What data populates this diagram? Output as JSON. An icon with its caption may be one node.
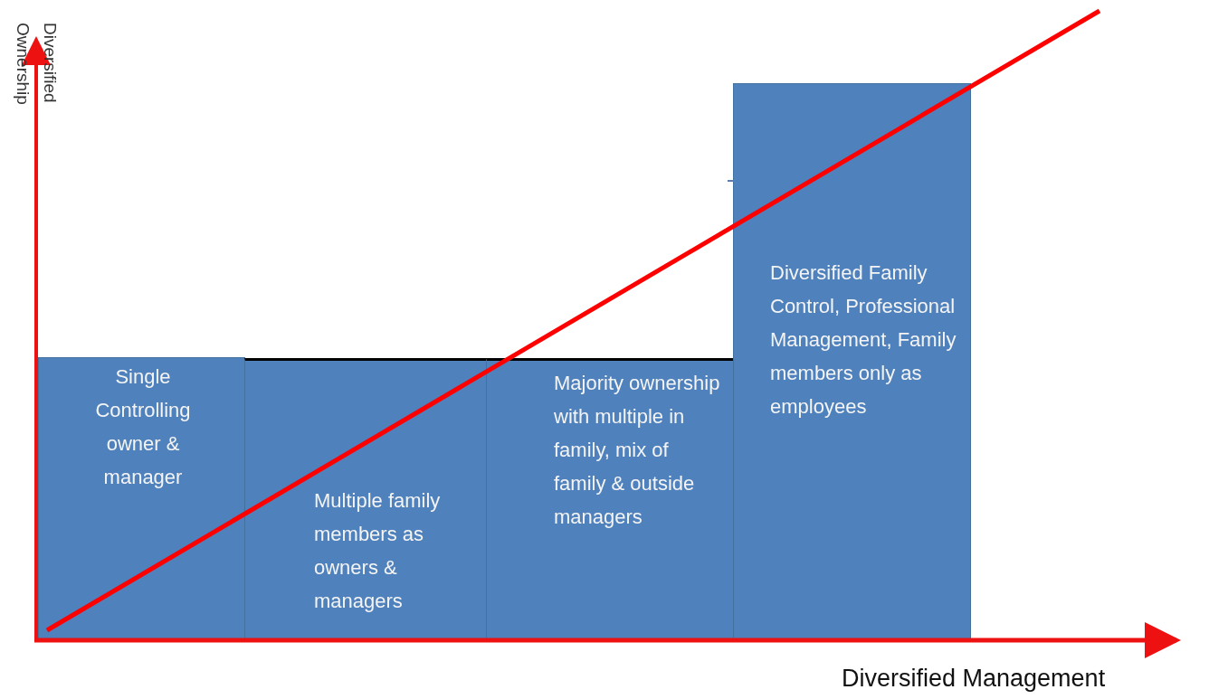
{
  "diagram": {
    "nodes": [
      {
        "text": [
          "Single Controlling owner & manager"
        ]
      },
      {
        "text": [
          "Multiple family members as owners & managers"
        ]
      },
      {
        "text": [
          "Majority ownership with multiple in family, mix of family & outside managers"
        ]
      },
      {
        "text": [
          "Diversified Family Control, Professional Management, Family members only as employees"
        ]
      }
    ],
    "edges": [],
    "labels": [
      "Diversified Ownership",
      "Diversified Management"
    ]
  }
}
